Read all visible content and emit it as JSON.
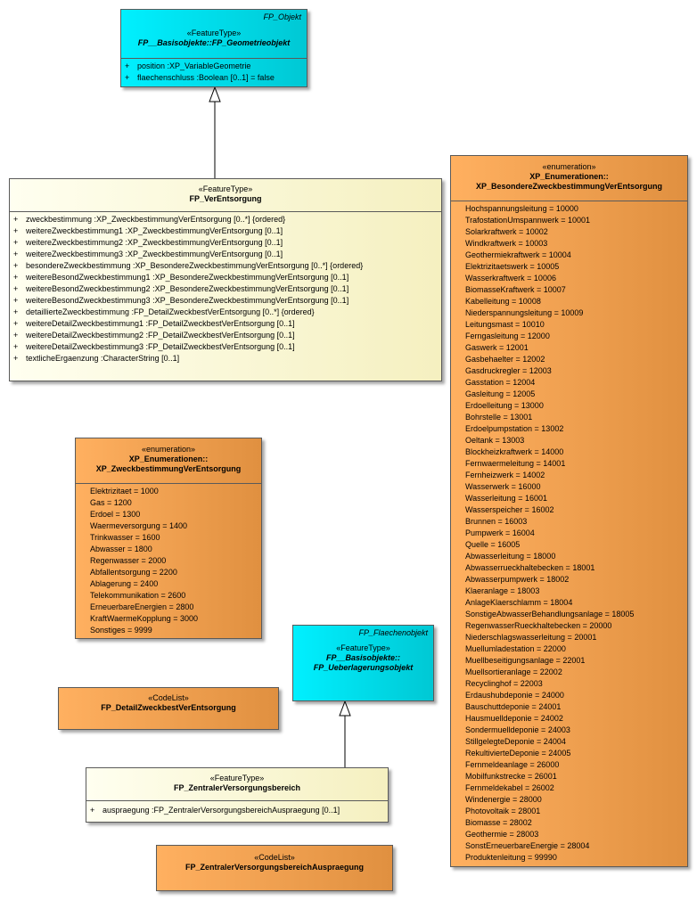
{
  "fp_objekt": {
    "tag": "FP_Objekt",
    "stereotype": "«FeatureType»",
    "name": "FP__Basisobjekte::FP_Geometrieobjekt",
    "attributes": [
      {
        "vis": "+",
        "text": "position  :XP_VariableGeometrie"
      },
      {
        "vis": "+",
        "text": "flaechenschluss  :Boolean [0..1] = false"
      }
    ]
  },
  "verentsorgung": {
    "stereotype": "«FeatureType»",
    "name": "FP_VerEntsorgung",
    "attributes": [
      {
        "vis": "+",
        "text": "zweckbestimmung  :XP_ZweckbestimmungVerEntsorgung [0..*] {ordered}"
      },
      {
        "vis": "+",
        "text": "weitereZweckbestimmung1  :XP_ZweckbestimmungVerEntsorgung [0..1]"
      },
      {
        "vis": "+",
        "text": "weitereZweckbestimmung2  :XP_ZweckbestimmungVerEntsorgung [0..1]"
      },
      {
        "vis": "+",
        "text": "weitereZweckbestimmung3  :XP_ZweckbestimmungVerEntsorgung [0..1]"
      },
      {
        "vis": "+",
        "text": "besondereZweckbestimmung  :XP_BesondereZweckbestimmungVerEntsorgung [0..*] {ordered}"
      },
      {
        "vis": "+",
        "text": "weitereBesondZweckbestimmung1  :XP_BesondereZweckbestimmungVerEntsorgung [0..1]"
      },
      {
        "vis": "+",
        "text": "weitereBesondZweckbestimmung2  :XP_BesondereZweckbestimmungVerEntsorgung [0..1]"
      },
      {
        "vis": "+",
        "text": "weitereBesondZweckbestimmung3  :XP_BesondereZweckbestimmungVerEntsorgung [0..1]"
      },
      {
        "vis": "+",
        "text": "detaillierteZweckbestimmung  :FP_DetailZweckbestVerEntsorgung [0..*] {ordered}"
      },
      {
        "vis": "+",
        "text": "weitereDetailZweckbestimmung1  :FP_DetailZweckbestVerEntsorgung [0..1]"
      },
      {
        "vis": "+",
        "text": "weitereDetailZweckbestimmung2  :FP_DetailZweckbestVerEntsorgung [0..1]"
      },
      {
        "vis": "+",
        "text": "weitereDetailZweckbestimmung3  :FP_DetailZweckbestVerEntsorgung [0..1]"
      },
      {
        "vis": "+",
        "text": "textlicheErgaenzung  :CharacterString [0..1]"
      }
    ]
  },
  "besondere_enum": {
    "stereotype": "«enumeration»",
    "name1": "XP_Enumerationen::",
    "name2": "XP_BesondereZweckbestimmungVerEntsorgung",
    "literals": [
      "Hochspannungsleitung = 10000",
      "TrafostationUmspannwerk = 10001",
      "Solarkraftwerk = 10002",
      "Windkraftwerk = 10003",
      "Geothermiekraftwerk = 10004",
      "Elektrizitaetswerk = 10005",
      "Wasserkraftwerk = 10006",
      "BiomasseKraftwerk = 10007",
      "Kabelleitung = 10008",
      "Niederspannungsleitung = 10009",
      "Leitungsmast = 10010",
      "Ferngasleitung = 12000",
      "Gaswerk = 12001",
      "Gasbehaelter = 12002",
      "Gasdruckregler = 12003",
      "Gasstation = 12004",
      "Gasleitung = 12005",
      "Erdoelleitung = 13000",
      "Bohrstelle = 13001",
      "Erdoelpumpstation = 13002",
      "Oeltank = 13003",
      "Blockheizkraftwerk = 14000",
      "Fernwaermeleitung = 14001",
      "Fernheizwerk = 14002",
      "Wasserwerk = 16000",
      "Wasserleitung = 16001",
      "Wasserspeicher = 16002",
      "Brunnen = 16003",
      "Pumpwerk = 16004",
      "Quelle = 16005",
      "Abwasserleitung = 18000",
      "Abwasserrueckhaltebecken = 18001",
      "Abwasserpumpwerk = 18002",
      "Klaeranlage = 18003",
      "AnlageKlaerschlamm = 18004",
      "SonstigeAbwasserBehandlungsanlage = 18005",
      "RegenwasserRueckhaltebecken = 20000",
      "Niederschlagswasserleitung = 20001",
      "Muellumladestation = 22000",
      "Muellbeseitigungsanlage = 22001",
      "Muellsortieranlage = 22002",
      "Recyclinghof = 22003",
      "Erdaushubdeponie = 24000",
      "Bauschuttdeponie = 24001",
      "Hausmuelldeponie = 24002",
      "Sondermuelldeponie = 24003",
      "StillgelegteDeponie = 24004",
      "RekultivierteDeponie = 24005",
      "Fernmeldeanlage = 26000",
      "Mobilfunkstrecke = 26001",
      "Fernmeldekabel = 26002",
      "Windenergie = 28000",
      "Photovoltaik = 28001",
      "Biomasse = 28002",
      "Geothermie = 28003",
      "SonstErneuerbareEnergie = 28004",
      "Produktenleitung = 99990"
    ]
  },
  "zweck_enum": {
    "stereotype": "«enumeration»",
    "name1": "XP_Enumerationen::",
    "name2": "XP_ZweckbestimmungVerEntsorgung",
    "literals": [
      "Elektrizitaet = 1000",
      "Gas = 1200",
      "Erdoel = 1300",
      "Waermeversorgung = 1400",
      "Trinkwasser = 1600",
      "Abwasser = 1800",
      "Regenwasser = 2000",
      "Abfallentsorgung = 2200",
      "Ablagerung = 2400",
      "Telekommunikation = 2600",
      "ErneuerbareEnergien = 2800",
      "KraftWaermeKopplung = 3000",
      "Sonstiges = 9999"
    ]
  },
  "flaechen": {
    "tag": "FP_Flaechenobjekt",
    "stereotype": "«FeatureType»",
    "name1": "FP__Basisobjekte::",
    "name2": "FP_Ueberlagerungsobjekt"
  },
  "detail_codelist": {
    "stereotype": "«CodeList»",
    "name": "FP_DetailZweckbestVerEntsorgung"
  },
  "zvb": {
    "stereotype": "«FeatureType»",
    "name": "FP_ZentralerVersorgungsbereich",
    "attributes": [
      {
        "vis": "+",
        "text": "auspraegung  :FP_ZentralerVersorgungsbereichAuspraegung [0..1]"
      }
    ]
  },
  "zvb_codelist": {
    "stereotype": "«CodeList»",
    "name": "FP_ZentralerVersorgungsbereichAuspraegung"
  }
}
